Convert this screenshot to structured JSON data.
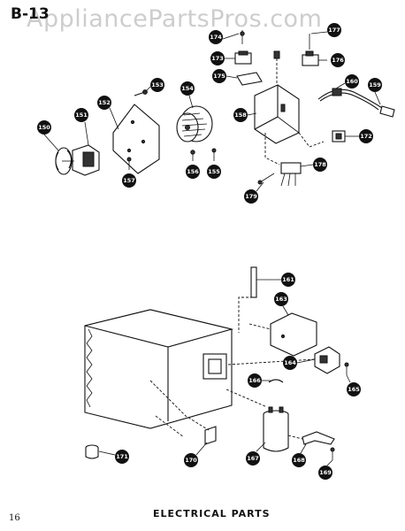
{
  "watermark": "AppliancePartsPros.com",
  "section_label": "B-13",
  "page_number": "16",
  "caption": "ELECTRICAL PARTS",
  "callouts": [
    "150",
    "151",
    "152",
    "153",
    "154",
    "155",
    "156",
    "157",
    "158",
    "159",
    "160",
    "161",
    "163",
    "164",
    "165",
    "166",
    "167",
    "168",
    "169",
    "170",
    "171",
    "172",
    "173",
    "174",
    "175",
    "176",
    "177",
    "178",
    "179"
  ]
}
